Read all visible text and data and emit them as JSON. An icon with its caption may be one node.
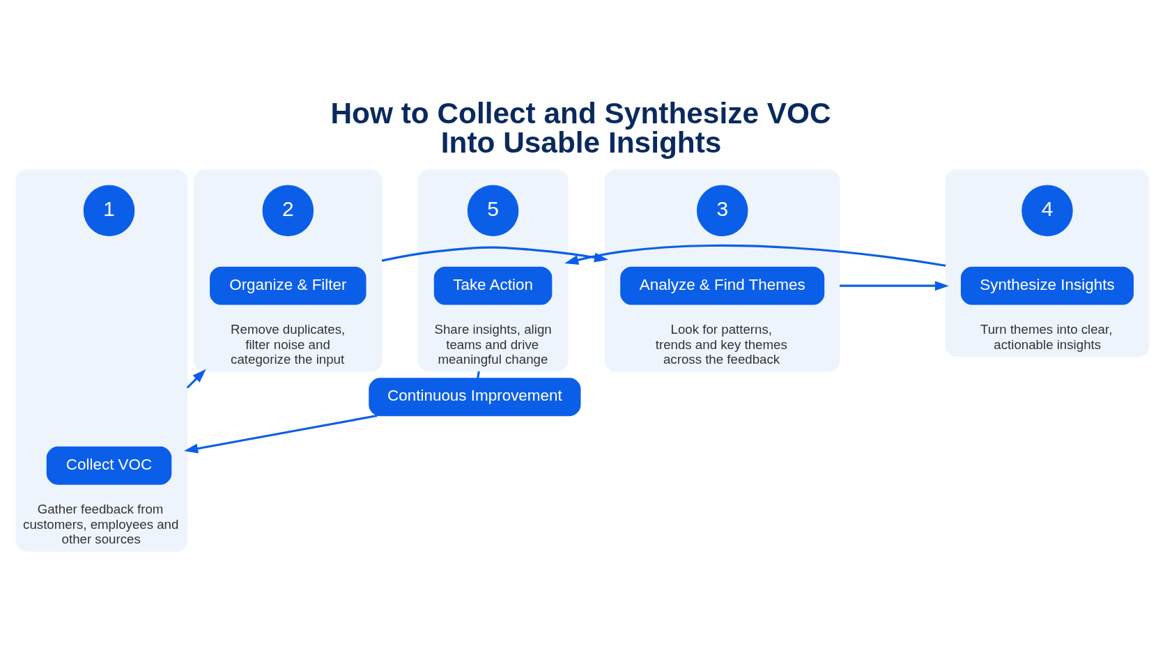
{
  "diagram": {
    "title": "How to Collect and Synthesize VOC Into Usable Insights",
    "nodes": [
      {
        "text": [
          "Gather feedback from customers, employees and other sources"
        ]
      },
      {
        "text": [
          "1"
        ],
        "in": 0
      },
      {
        "text": [
          "Collect VOC"
        ],
        "in": 0
      },
      {
        "text": [
          "Remove duplicates, filter noise and categorize the input"
        ]
      },
      {
        "text": [
          "2"
        ],
        "in": 3
      },
      {
        "text": [
          "Organize & Filter"
        ],
        "in": 3
      },
      {
        "text": [
          "Look for patterns, trends and key themes across the feedback"
        ]
      },
      {
        "text": [
          "3"
        ],
        "in": 6
      },
      {
        "text": [
          "Analyze & Find Themes"
        ],
        "in": 6
      },
      {
        "text": [
          "Turn themes into clear, actionable insights"
        ]
      },
      {
        "text": [
          "4"
        ],
        "in": 9
      },
      {
        "text": [
          "Synthesize Insights"
        ],
        "in": 9
      },
      {
        "text": [
          "Share insights, align teams and drive meaningful change"
        ]
      },
      {
        "text": [
          "5"
        ],
        "in": 12
      },
      {
        "text": [
          "Take Action"
        ],
        "in": 12
      },
      {
        "text": [
          "Continuous Improvement"
        ]
      }
    ],
    "edges": [
      {
        "from": 0,
        "to": 3,
        "arrow": "to"
      },
      {
        "from": 3,
        "to": 6,
        "arrow": "to"
      },
      {
        "from": 6,
        "to": 9,
        "arrow": "to"
      },
      {
        "from": 9,
        "to": 12,
        "arrow": "to"
      },
      {
        "from": 12,
        "to": 15,
        "arrow": "none"
      },
      {
        "from": 15,
        "to": 0,
        "arrow": "to"
      }
    ]
  }
}
